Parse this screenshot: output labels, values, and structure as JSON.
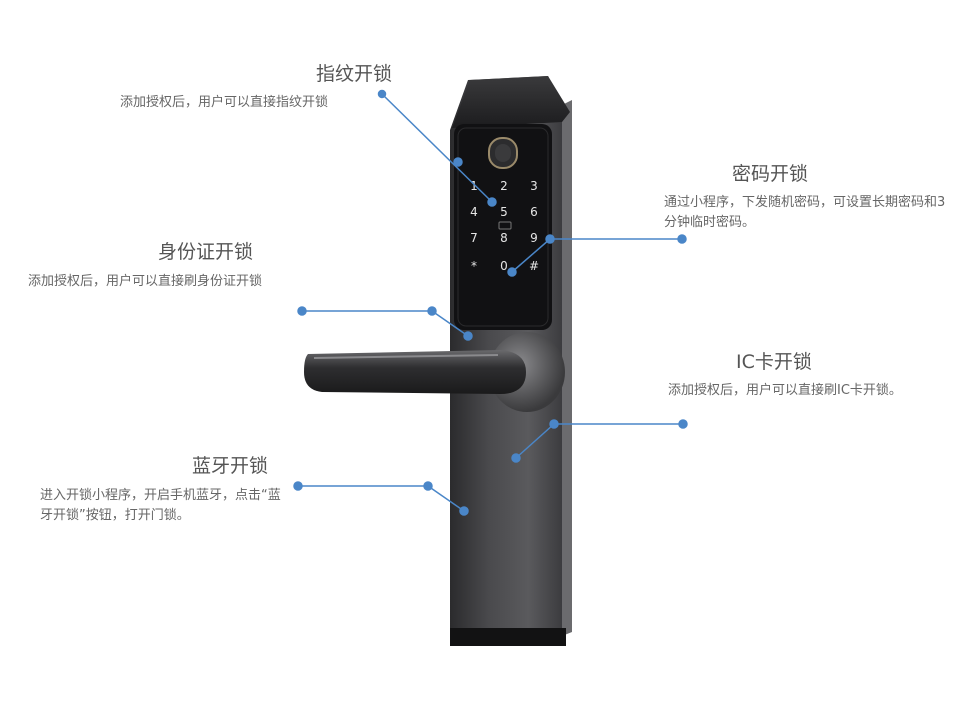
{
  "features": {
    "fingerprint": {
      "title": "指纹开锁",
      "desc": "添加授权后，用户可以直接指纹开锁"
    },
    "password": {
      "title": "密码开锁",
      "desc": "通过小程序，下发随机密码，可设置长期密码和3分钟临时密码。"
    },
    "id_card": {
      "title": "身份证开锁",
      "desc": "添加授权后，用户可以直接刷身份证开锁"
    },
    "ic_card": {
      "title": "IC卡开锁",
      "desc": "添加授权后，用户可以直接刷IC卡开锁。"
    },
    "bluetooth": {
      "title": "蓝牙开锁",
      "desc": "进入开锁小程序，开启手机蓝牙，点击“蓝牙开锁”按钮，打开门锁。"
    }
  },
  "keypad": {
    "keys": [
      "1",
      "2",
      "3",
      "4",
      "5",
      "6",
      "7",
      "8",
      "9",
      "*",
      "0",
      "#"
    ]
  },
  "colors": {
    "connector": "#4a86c8",
    "lock_body": "#3a3a3c",
    "panel": "#111113"
  }
}
